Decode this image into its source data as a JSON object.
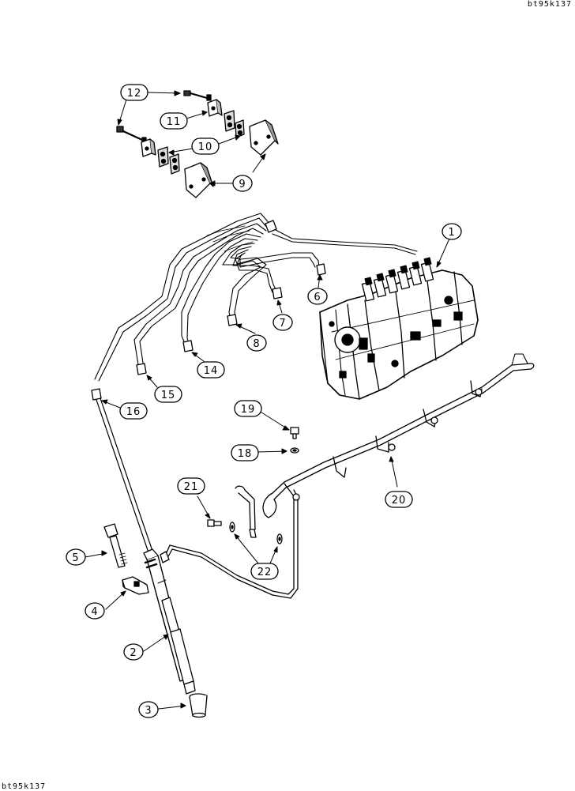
{
  "reference_codes": {
    "top": "bt95k137",
    "bottom": "bt95k137"
  },
  "callouts": [
    {
      "id": "c1",
      "label": "1"
    },
    {
      "id": "c2",
      "label": "2"
    },
    {
      "id": "c3",
      "label": "3"
    },
    {
      "id": "c4",
      "label": "4"
    },
    {
      "id": "c5",
      "label": "5"
    },
    {
      "id": "c6",
      "label": "6"
    },
    {
      "id": "c7",
      "label": "7"
    },
    {
      "id": "c8",
      "label": "8"
    },
    {
      "id": "c9",
      "label": "9"
    },
    {
      "id": "c10",
      "label": "10"
    },
    {
      "id": "c11",
      "label": "11"
    },
    {
      "id": "c12",
      "label": "12"
    },
    {
      "id": "c14",
      "label": "14"
    },
    {
      "id": "c15",
      "label": "15"
    },
    {
      "id": "c16",
      "label": "16"
    },
    {
      "id": "c18",
      "label": "18"
    },
    {
      "id": "c19",
      "label": "19"
    },
    {
      "id": "c20",
      "label": "20"
    },
    {
      "id": "c21",
      "label": "21"
    },
    {
      "id": "c22",
      "label": "22"
    }
  ]
}
